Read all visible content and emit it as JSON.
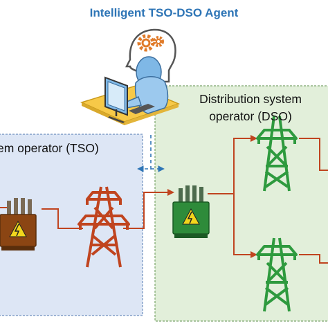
{
  "title": "Intelligent TSO-DSO Agent",
  "tso": {
    "label": "em operator (TSO)"
  },
  "dso": {
    "label_line1": "Distribution system",
    "label_line2": "operator (DSO)"
  },
  "colors": {
    "title": "#2e75b6",
    "tso_panel": "#dde6f5",
    "dso_panel": "#e2efda",
    "line": "#c0441f",
    "tso_equipment": "#c0441f",
    "dso_equipment": "#2e8b3a",
    "transformer_tso": "#8b4513",
    "transformer_dso": "#2e8b3a",
    "agent": "#7fb8e6",
    "desk": "#f7c948",
    "gear": "#e07b2a",
    "link": "#2e75b6"
  }
}
